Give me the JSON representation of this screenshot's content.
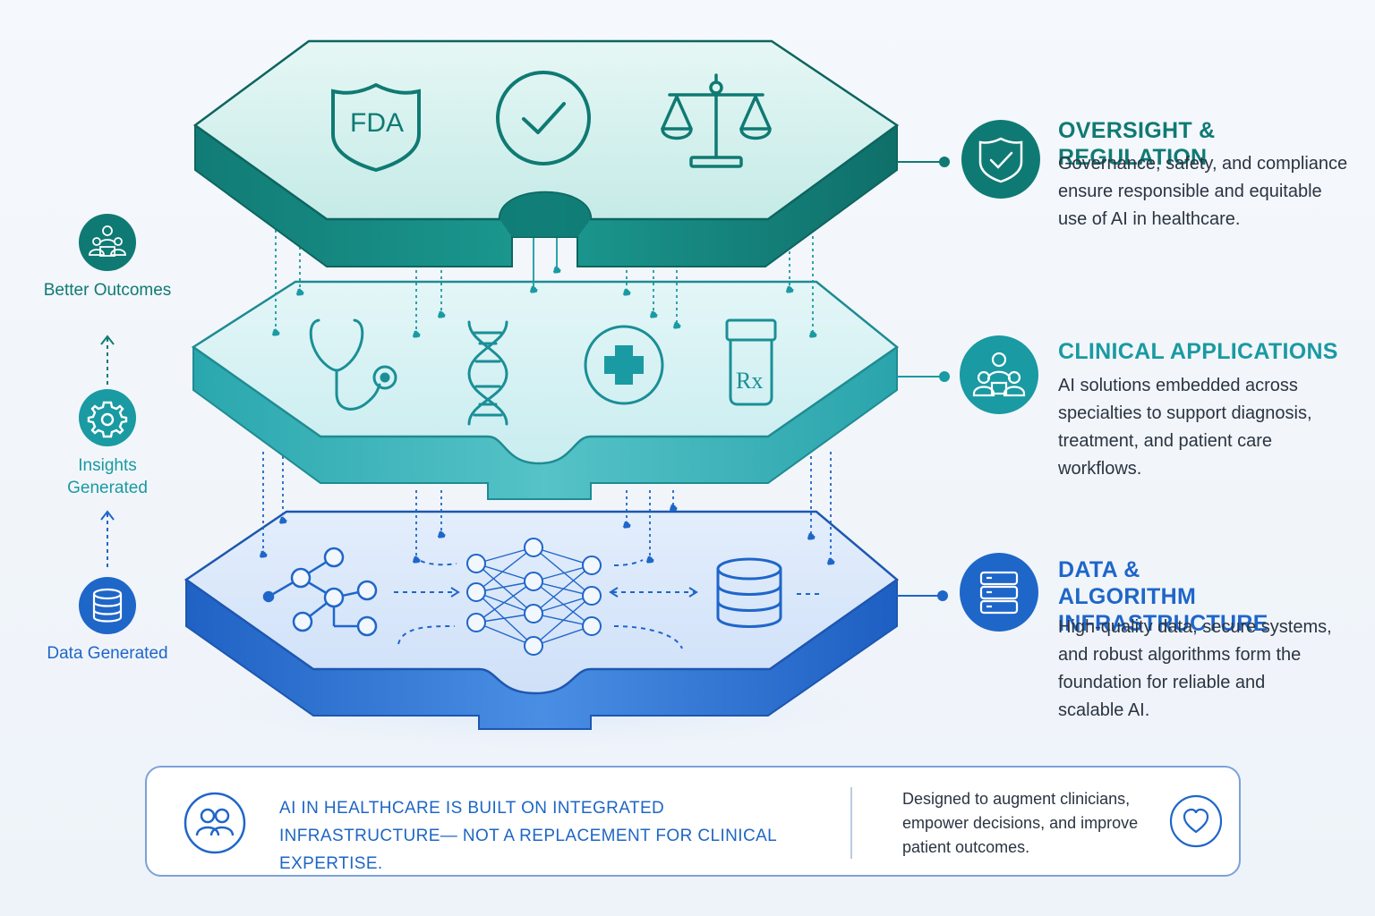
{
  "layers": [
    {
      "title": "OVERSIGHT & REGULATION",
      "description": "Governance, safety, and compliance ensure responsible and equitable use of AI in healthcare.",
      "icon": "shield-check-icon",
      "color": "#0f7a73",
      "plate_icons": [
        "fda-shield-icon",
        "check-circle-icon",
        "scales-icon"
      ],
      "plate_text": "FDA"
    },
    {
      "title": "CLINICAL APPLICATIONS",
      "description": "AI solutions embedded across specialties to support diagnosis, treatment, and patient care workflows.",
      "icon": "care-team-icon",
      "color": "#1a9aa2",
      "plate_icons": [
        "stethoscope-icon",
        "dna-icon",
        "medical-cross-icon",
        "rx-bottle-icon"
      ],
      "plate_text": "Rx"
    },
    {
      "title": "DATA & ALGORITHM INFRASTRUCTURE",
      "description": "High-quality data, secure systems, and robust algorithms form the foundation for reliable and scalable AI.",
      "icon": "server-icon",
      "color": "#1f66c9",
      "plate_icons": [
        "graph-network-icon",
        "neural-network-icon",
        "database-icon"
      ]
    }
  ],
  "flow": [
    {
      "label": "Better Outcomes",
      "icon": "people-group-icon",
      "color": "#0f7a73"
    },
    {
      "label": "Insights Generated",
      "icon": "gear-icon",
      "color": "#1a9aa2"
    },
    {
      "label": "Data Generated",
      "icon": "database-icon",
      "color": "#1f66c9"
    }
  ],
  "banner": {
    "main": "AI IN HEALTHCARE IS BUILT ON INTEGRATED INFRASTRUCTURE— NOT A REPLACEMENT FOR CLINICAL EXPERTISE.",
    "side": "Designed to augment clinicians, empower decisions, and improve patient outcomes.",
    "left_icon": "people-icon",
    "right_icon": "heart-icon"
  },
  "colors": {
    "teal_dark": "#0f7a73",
    "teal_mid": "#1a9aa2",
    "blue": "#1f66c9",
    "banner_border": "#7aa2d8"
  }
}
